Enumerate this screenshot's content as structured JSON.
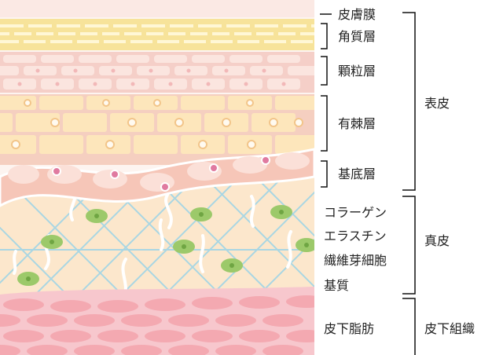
{
  "labels": {
    "hifumaku": "皮膚膜",
    "kakushitsu": "角質層",
    "karyu": "顆粒層",
    "yuutoku": "有棘層",
    "kitei": "基底層",
    "collagen": "コラーゲン",
    "elastin": "エラスチン",
    "fibroblast": "繊維芽細胞",
    "kishitsu": "基質",
    "hikashibou": "皮下脂肪"
  },
  "groups": {
    "epidermis": "表皮",
    "dermis": "真皮",
    "subcutis": "皮下組織"
  },
  "colors": {
    "stratum_corneum": "#f7e39a",
    "granular": "#fbe2dc",
    "spinous": "#fbe2b8",
    "basal": "#f6c6b8",
    "dermis": "#fce6c8",
    "fibers": "#a9d6e3",
    "fibroblast": "#9cc96a",
    "fat": "#f4a9b1"
  }
}
